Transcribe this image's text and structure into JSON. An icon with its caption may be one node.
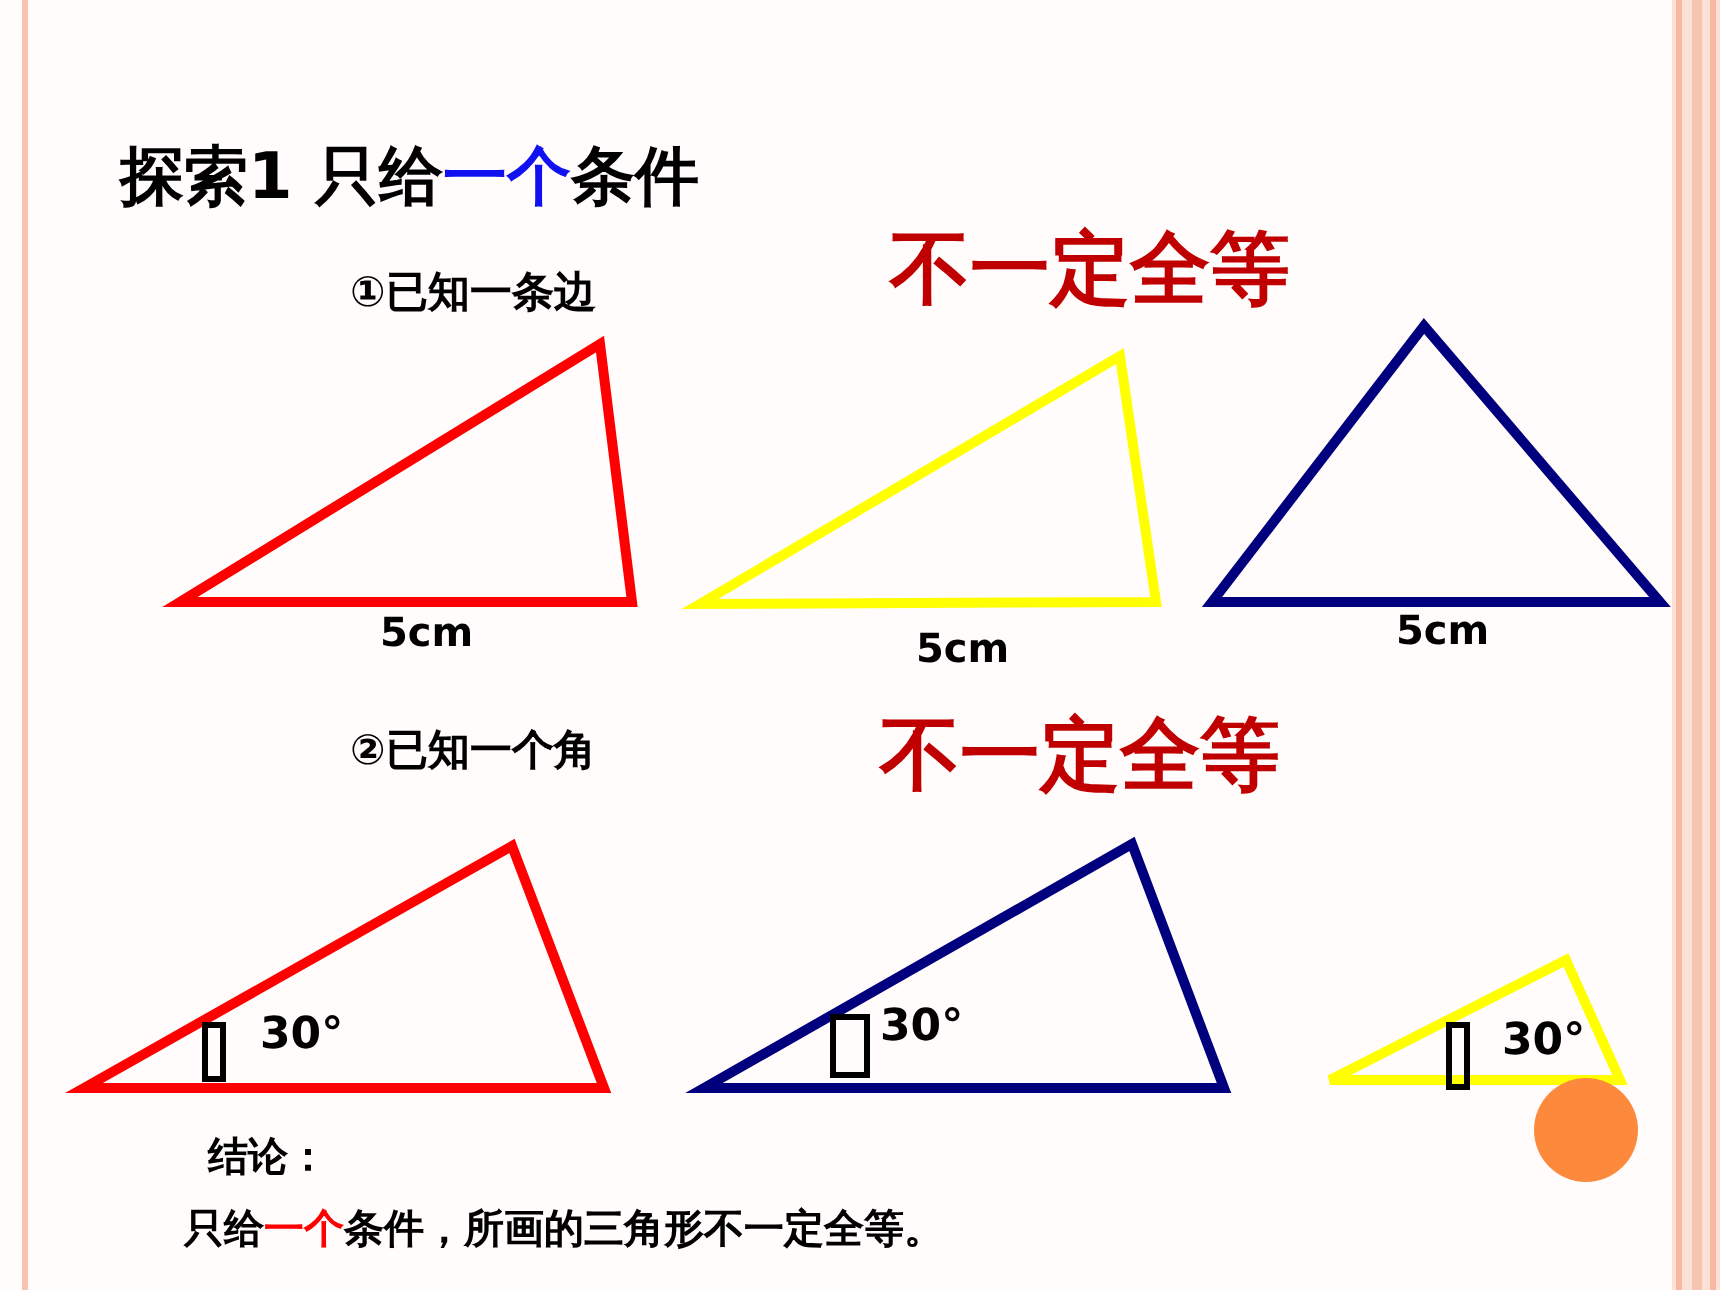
{
  "diagram": {
    "title": "探索1 只给**一个**条件",
    "nodes": [
      {
        "text": [],
        "shape": "triangle",
        "beside": [
          "5cm"
        ]
      },
      {
        "text": [],
        "shape": "triangle",
        "beside": [
          "5cm"
        ]
      },
      {
        "text": [],
        "shape": "triangle",
        "beside": [
          "5cm"
        ]
      },
      {
        "text": [
          "30°"
        ]
      },
      {
        "text": [
          "30°"
        ]
      },
      {
        "text": [
          "30°"
        ]
      }
    ],
    "labels": [
      "①已知一条边",
      "不一定全等",
      "②已知一个角",
      "不一定全等",
      "结论：",
      "只给**一个**条件，所画的三角形不一定全等。"
    ]
  }
}
